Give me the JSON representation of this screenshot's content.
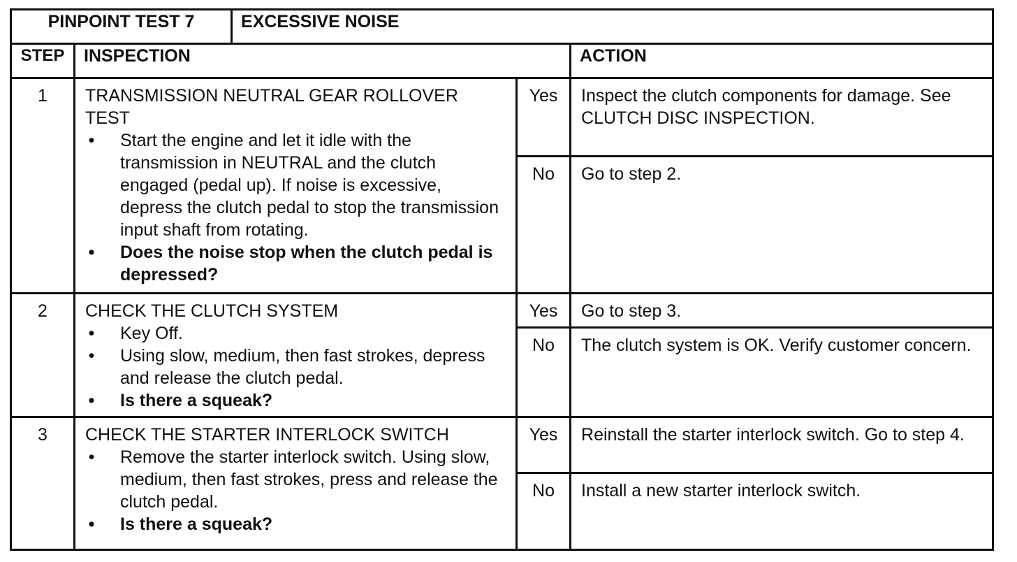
{
  "title": {
    "test_id": "PINPOINT TEST 7",
    "test_name": "EXCESSIVE NOISE"
  },
  "headers": {
    "step": "STEP",
    "inspection": "INSPECTION",
    "action": "ACTION"
  },
  "steps": [
    {
      "number": "1",
      "heading": "TRANSMISSION NEUTRAL GEAR ROLLOVER TEST",
      "bullets": [
        "Start the engine and let it idle with the transmission in NEUTRAL and the clutch engaged (pedal up). If noise is excessive, depress the clutch pedal to stop the transmission input shaft from rotating."
      ],
      "question": "Does the noise stop when the clutch pedal is depressed?",
      "yes": {
        "label": "Yes",
        "action": "Inspect the clutch components for damage. See CLUTCH DISC INSPECTION."
      },
      "no": {
        "label": "No",
        "action": "Go to step 2."
      }
    },
    {
      "number": "2",
      "heading": "CHECK THE CLUTCH SYSTEM",
      "bullets": [
        "Key Off.",
        "Using slow, medium, then fast strokes, depress and release the clutch pedal."
      ],
      "question": "Is there a squeak?",
      "yes": {
        "label": "Yes",
        "action": "Go to step 3."
      },
      "no": {
        "label": "No",
        "action": "The clutch system is OK. Verify customer concern."
      }
    },
    {
      "number": "3",
      "heading": "CHECK THE STARTER INTERLOCK SWITCH",
      "bullets": [
        "Remove the starter interlock switch. Using slow, medium, then fast strokes, press and release the clutch pedal."
      ],
      "question": "Is there a squeak?",
      "yes": {
        "label": "Yes",
        "action": "Reinstall the starter interlock switch. Go to step 4."
      },
      "no": {
        "label": "No",
        "action": "Install a new starter interlock switch."
      }
    }
  ]
}
